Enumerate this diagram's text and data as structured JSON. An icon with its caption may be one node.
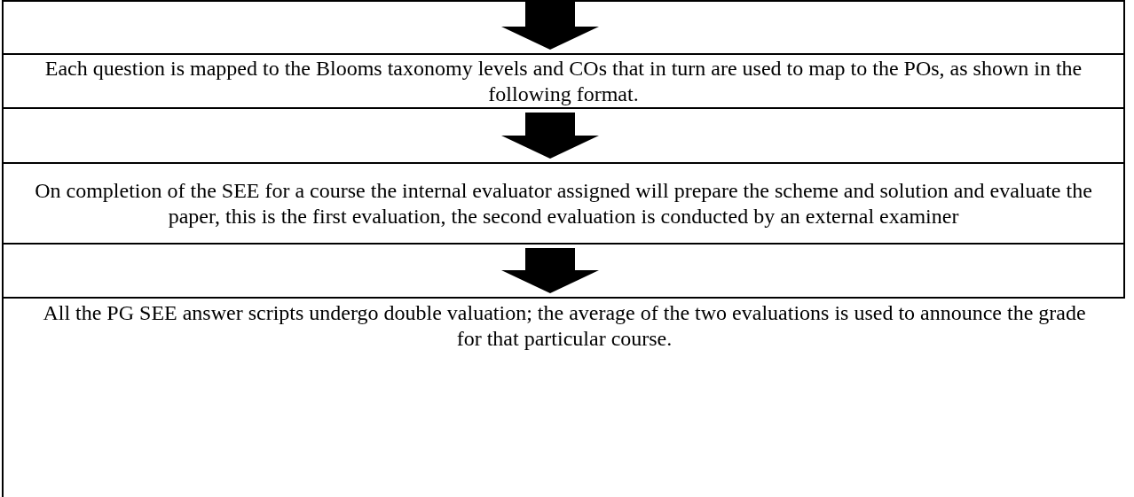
{
  "diagram": {
    "nodes": [
      {
        "text": [
          "Each question is mapped to the Blooms taxonomy levels and COs that in turn are used to map to the POs, as shown in the following format."
        ]
      },
      {
        "text": [
          "On completion of the SEE for a course the internal evaluator assigned will prepare the scheme and solution and evaluate the paper, this is the first evaluation, the second evaluation is conducted by an external examiner"
        ]
      },
      {
        "text": [
          "All the PG SEE answer scripts undergo double valuation; the average of the two evaluations is used to announce the grade for that particular course."
        ]
      }
    ],
    "edges": [
      {
        "from": null,
        "to": 0,
        "arrow": "to"
      },
      {
        "from": 0,
        "to": 1,
        "arrow": "to"
      },
      {
        "from": 1,
        "to": 2,
        "arrow": "to"
      }
    ]
  }
}
